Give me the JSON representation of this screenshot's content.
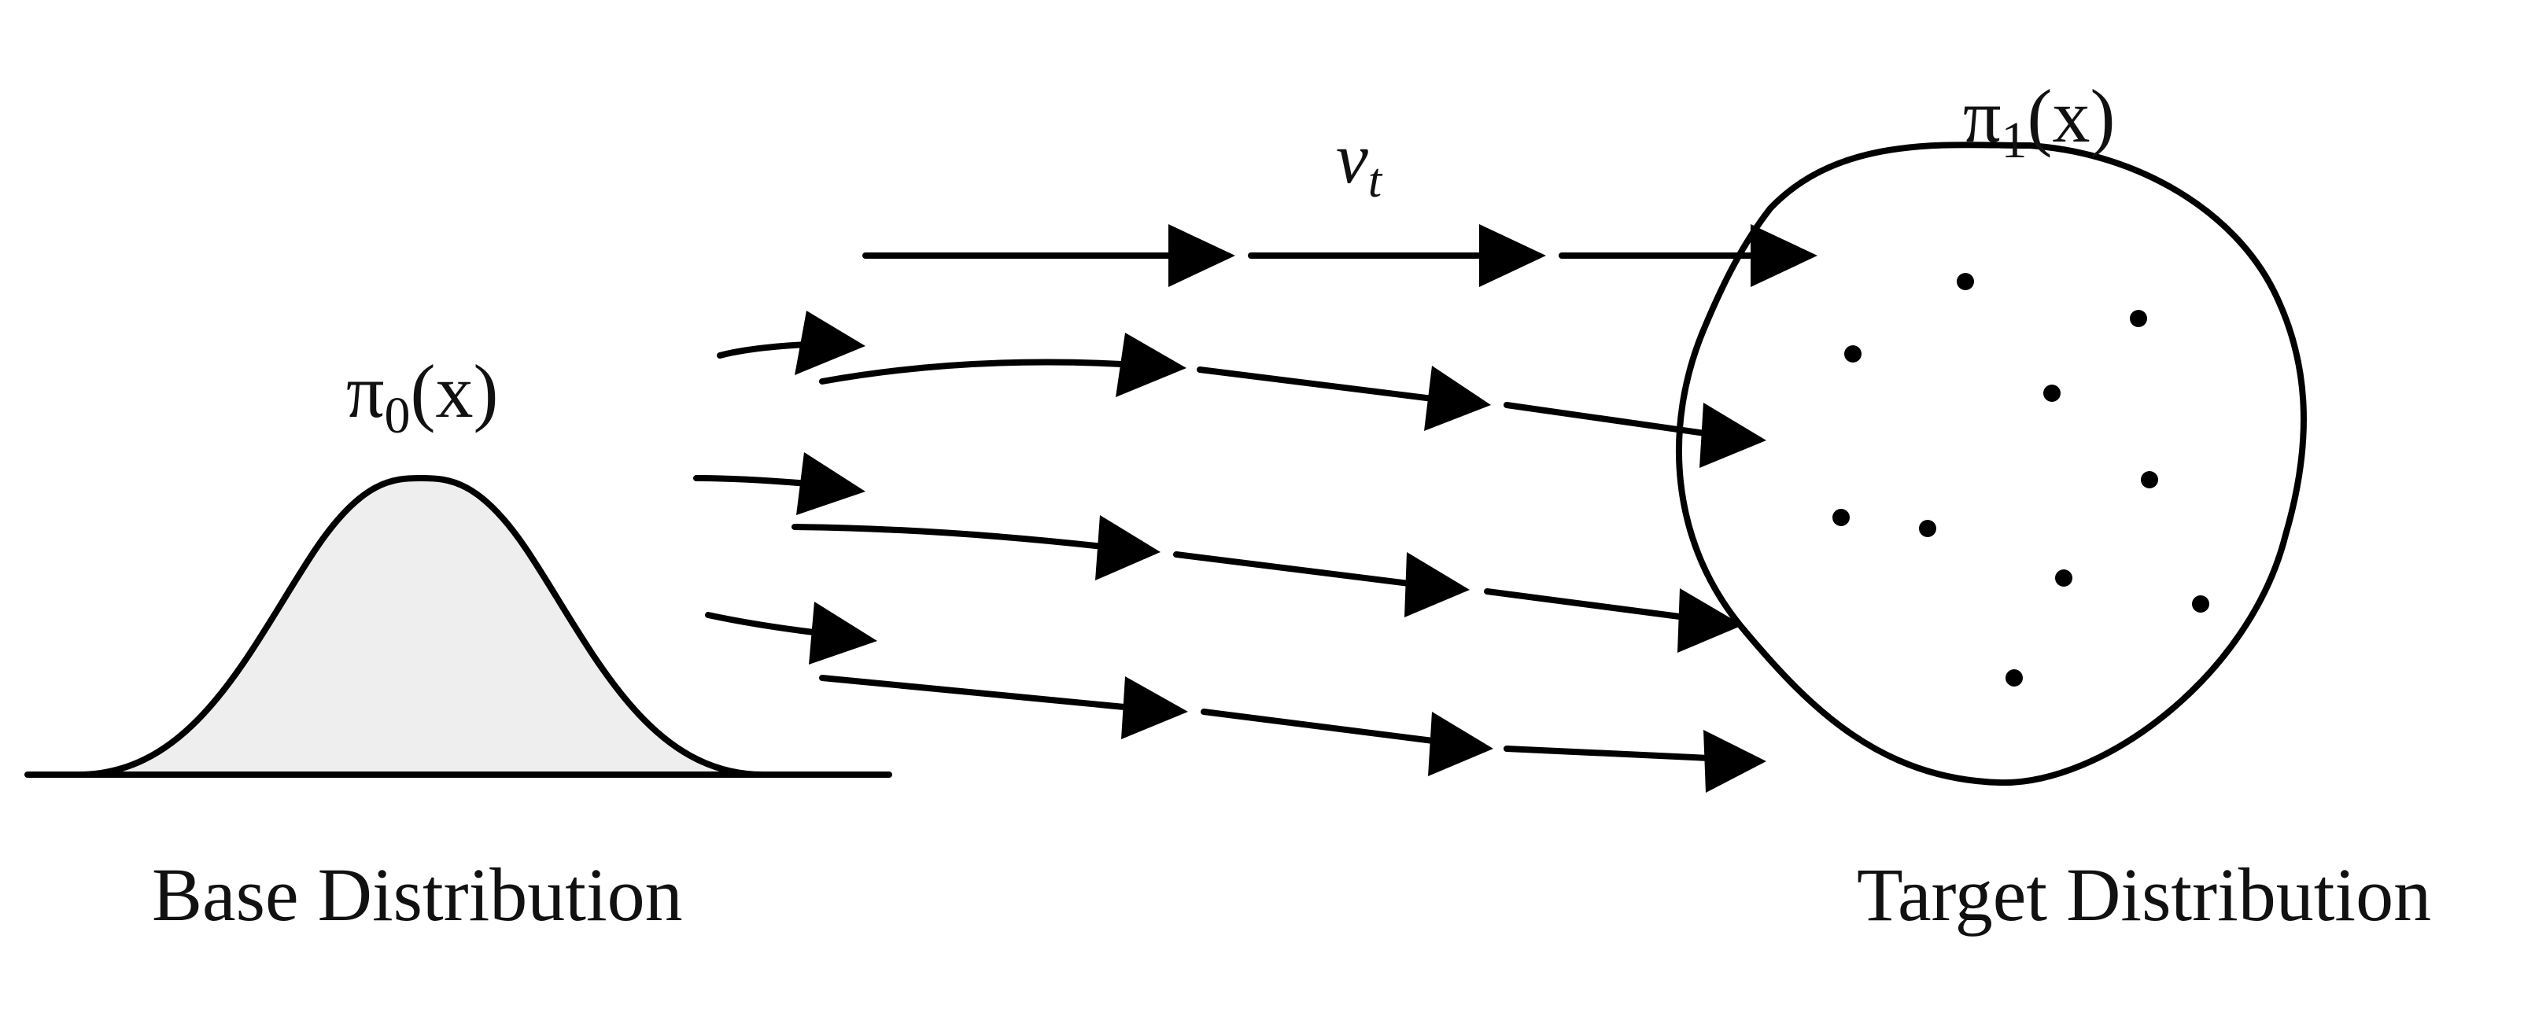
{
  "labels": {
    "base_caption": "Base Distribution",
    "target_caption": "Target Distribution",
    "pi0": {
      "symbol": "π",
      "subscript": "0",
      "argument": "(x)"
    },
    "pi1": {
      "symbol": "π",
      "subscript": "1",
      "argument": "(x)"
    },
    "velocity": {
      "symbol": "v",
      "subscript": "t"
    }
  },
  "colors": {
    "stroke": "#000000",
    "bell_fill": "#eeeeee",
    "background": "#ffffff"
  }
}
